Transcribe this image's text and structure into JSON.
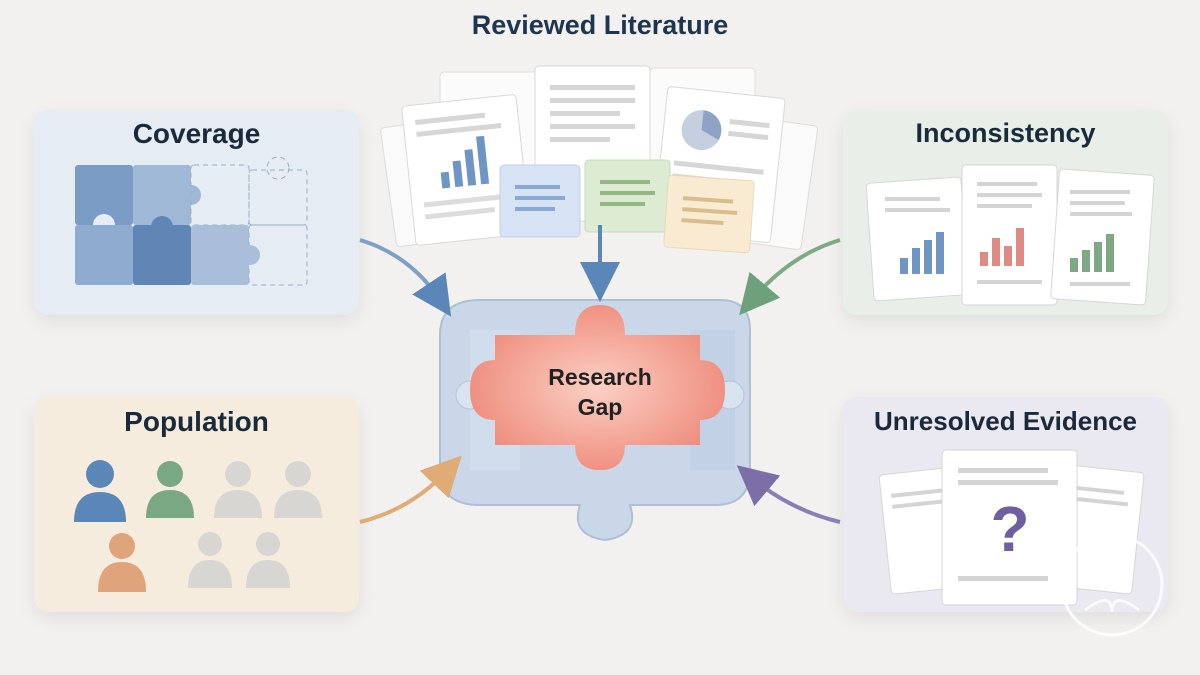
{
  "top": {
    "title": "Reviewed Literature"
  },
  "center": {
    "line1": "Research",
    "line2": "Gap"
  },
  "cards": {
    "coverage": {
      "title": "Coverage"
    },
    "inconsistency": {
      "title": "Inconsistency"
    },
    "population": {
      "title": "Population"
    },
    "unresolved": {
      "title": "Unresolved Evidence",
      "symbol": "?"
    }
  },
  "colors": {
    "blue": "#5b87b8",
    "green": "#6fa07c",
    "orange": "#e0ab74",
    "purple": "#7c6fa8",
    "gap": "#f29a8a"
  }
}
